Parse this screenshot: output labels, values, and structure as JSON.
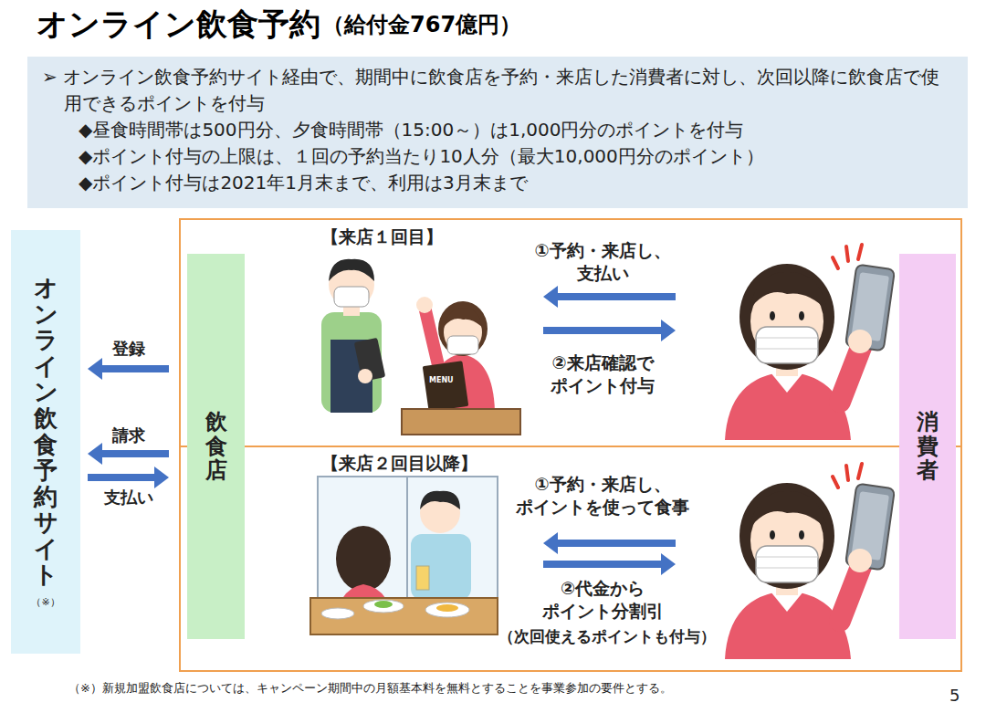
{
  "diagram": {
    "title": "オンライン飲食予約",
    "nodes": [
      {
        "text": [
          "➢ オンライン飲食予約サイト経由で、期間中に飲食店を予約・来店した消費者に対し、次回以降に飲食店で使用できるポイントを付与",
          "◆昼食時間帯は500円分、夕食時間帯（15:00～）は1,000円分のポイントを付与",
          "◆ポイント付与の上限は、１回の予約当たり10人分（最大10,000円分のポイント）",
          "◆ポイント付与は2021年1月末まで、利用は3月末まで"
        ]
      },
      {
        "text": [
          "オンライン飲食予約サイト",
          "（※）"
        ]
      },
      {
        "text": [
          "飲食店"
        ]
      },
      {
        "text": [
          "消費者"
        ]
      }
    ],
    "edges": [
      {
        "from": 2,
        "to": 1,
        "label": "登録",
        "arrow": "to"
      },
      {
        "from": 2,
        "to": 1,
        "label": "請求",
        "arrow": "to"
      },
      {
        "from": 1,
        "to": 2,
        "label": "支払い",
        "arrow": "to"
      }
    ],
    "labels": [
      "（給付金767億円）",
      "【来店１回目】",
      "①予約・来店し、 支払い",
      "②来店確認で ポイント付与",
      "MENU",
      "【来店２回目以降】",
      "①予約・来店し、 ポイントを使って食事",
      "②代金から ポイント分割引",
      "（次回使えるポイントも付与）",
      "（※）新規加盟飲食店については、キャンペーン期間中の月額基本料を無料とすることを事業参加の要件とする。",
      "5"
    ]
  }
}
